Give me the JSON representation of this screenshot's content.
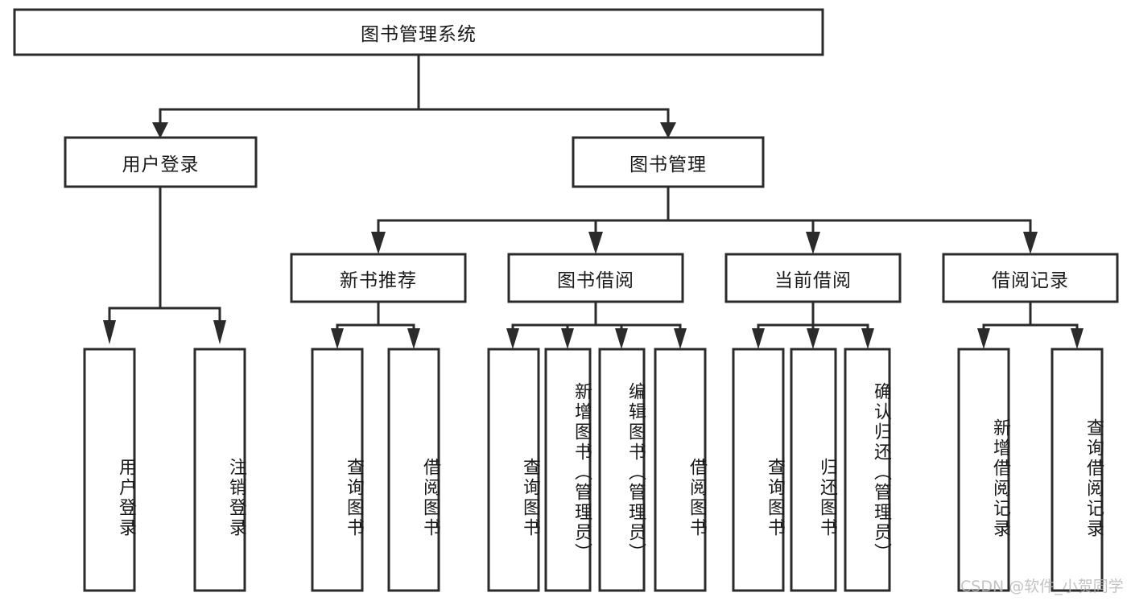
{
  "diagram": {
    "title_node": {
      "label": "图书管理系统"
    },
    "level2": [
      {
        "id": "user-login",
        "label": "用户登录"
      },
      {
        "id": "book-management",
        "label": "图书管理"
      }
    ],
    "level3": [
      {
        "id": "new-book-recommend",
        "label": "新书推荐"
      },
      {
        "id": "book-borrow",
        "label": "图书借阅"
      },
      {
        "id": "current-borrow",
        "label": "当前借阅"
      },
      {
        "id": "borrow-record",
        "label": "借阅记录"
      }
    ],
    "leaves": {
      "user_login": [
        {
          "id": "leaf-user-login",
          "label": "用户登录"
        },
        {
          "id": "leaf-logout-login",
          "label": "注销登录"
        }
      ],
      "new_book_recommend": [
        {
          "id": "leaf-query-book-1",
          "label": "查询图书"
        },
        {
          "id": "leaf-borrow-book-1",
          "label": "借阅图书"
        }
      ],
      "book_borrow": [
        {
          "id": "leaf-query-book-2",
          "label": "查询图书"
        },
        {
          "id": "leaf-add-book",
          "label": "新增图书（管理员）"
        },
        {
          "id": "leaf-edit-book",
          "label": "编辑图书（管理员）"
        },
        {
          "id": "leaf-borrow-book-2",
          "label": "借阅图书"
        }
      ],
      "current_borrow": [
        {
          "id": "leaf-query-book-3",
          "label": "查询图书"
        },
        {
          "id": "leaf-return-book",
          "label": "归还图书"
        },
        {
          "id": "leaf-confirm-return",
          "label": "确认归还（管理员）"
        }
      ],
      "borrow_record": [
        {
          "id": "leaf-add-record",
          "label": "新增借阅记录"
        },
        {
          "id": "leaf-query-record",
          "label": "查询借阅记录"
        }
      ]
    }
  },
  "watermark": {
    "text": "CSDN @软件_小贺同学"
  },
  "colors": {
    "stroke": "#2b2b2b",
    "fill": "#ffffff",
    "text": "#1a1a1a",
    "watermark": "#b9b9b9"
  }
}
